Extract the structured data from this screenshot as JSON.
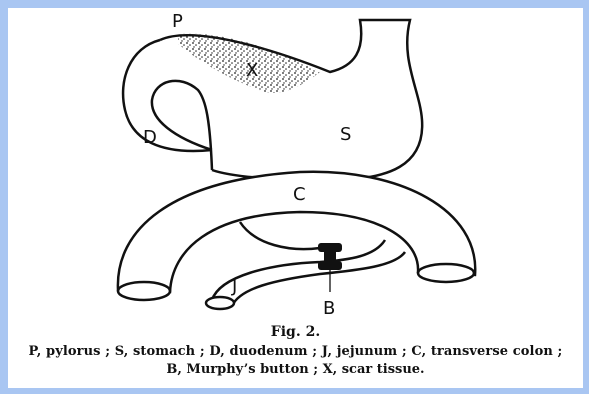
{
  "diagram": {
    "labels": {
      "pylorus": "P",
      "scar": "X",
      "duodenum": "D",
      "stomach": "S",
      "colon": "C",
      "jejunum": "J",
      "button": "B"
    }
  },
  "caption": {
    "figure": "Fig. 2.",
    "line1": "P, pylorus ; S, stomach ; D, duodenum ; J, jejunum ; C, transverse colon ;",
    "line2": "B, Murphy’s button ; X, scar tissue."
  }
}
